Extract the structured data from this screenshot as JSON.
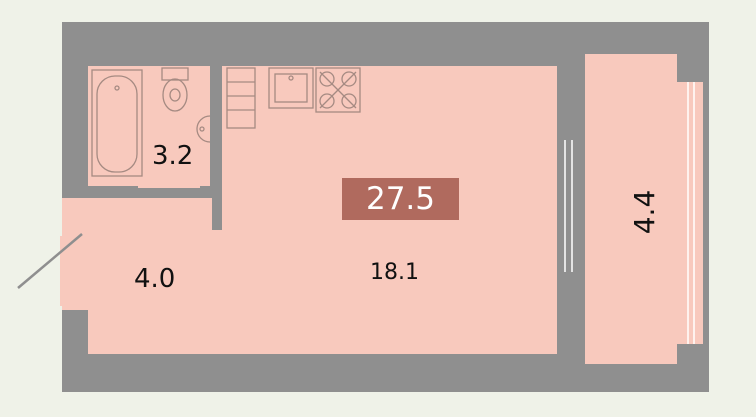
{
  "total_area": "27.5",
  "rooms": {
    "bathroom": "3.2",
    "hallway": "4.0",
    "living_room": "18.1",
    "balcony": "4.4"
  },
  "colors": {
    "background": "#eff2e8",
    "wall": "#8f8f8f",
    "floor": "#f8c9bd",
    "fixture_line": "#a58a82",
    "badge": "#b06a5e"
  }
}
